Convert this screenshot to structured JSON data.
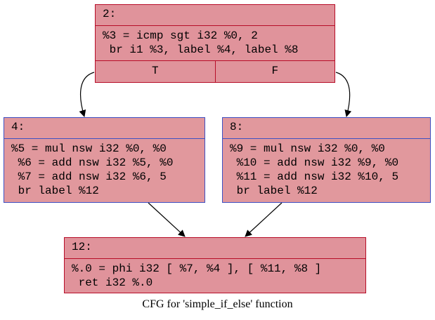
{
  "graph": {
    "caption": "CFG for 'simple_if_else' function",
    "colors": {
      "entry_fill": "#e0939b",
      "entry_border": "#b70d28",
      "branch_fill": "#e1989d",
      "branch_border": "#3d50c3",
      "edge": "#000000"
    },
    "nodes": {
      "n2": {
        "label": "2:",
        "code": "%3 = icmp sgt i32 %0, 2\n br i1 %3, label %4, label %8",
        "true_port": "T",
        "false_port": "F"
      },
      "n4": {
        "label": "4:",
        "code": "%5 = mul nsw i32 %0, %0\n %6 = add nsw i32 %5, %0\n %7 = add nsw i32 %6, 5\n br label %12"
      },
      "n8": {
        "label": "8:",
        "code": "%9 = mul nsw i32 %0, %0\n %10 = add nsw i32 %9, %0\n %11 = add nsw i32 %10, 5\n br label %12"
      },
      "n12": {
        "label": "12:",
        "code": "%.0 = phi i32 [ %7, %4 ], [ %11, %8 ]\n ret i32 %.0"
      }
    },
    "edges": [
      {
        "from": "n2.T",
        "to": "n4"
      },
      {
        "from": "n2.F",
        "to": "n8"
      },
      {
        "from": "n4",
        "to": "n12"
      },
      {
        "from": "n8",
        "to": "n12"
      }
    ]
  }
}
